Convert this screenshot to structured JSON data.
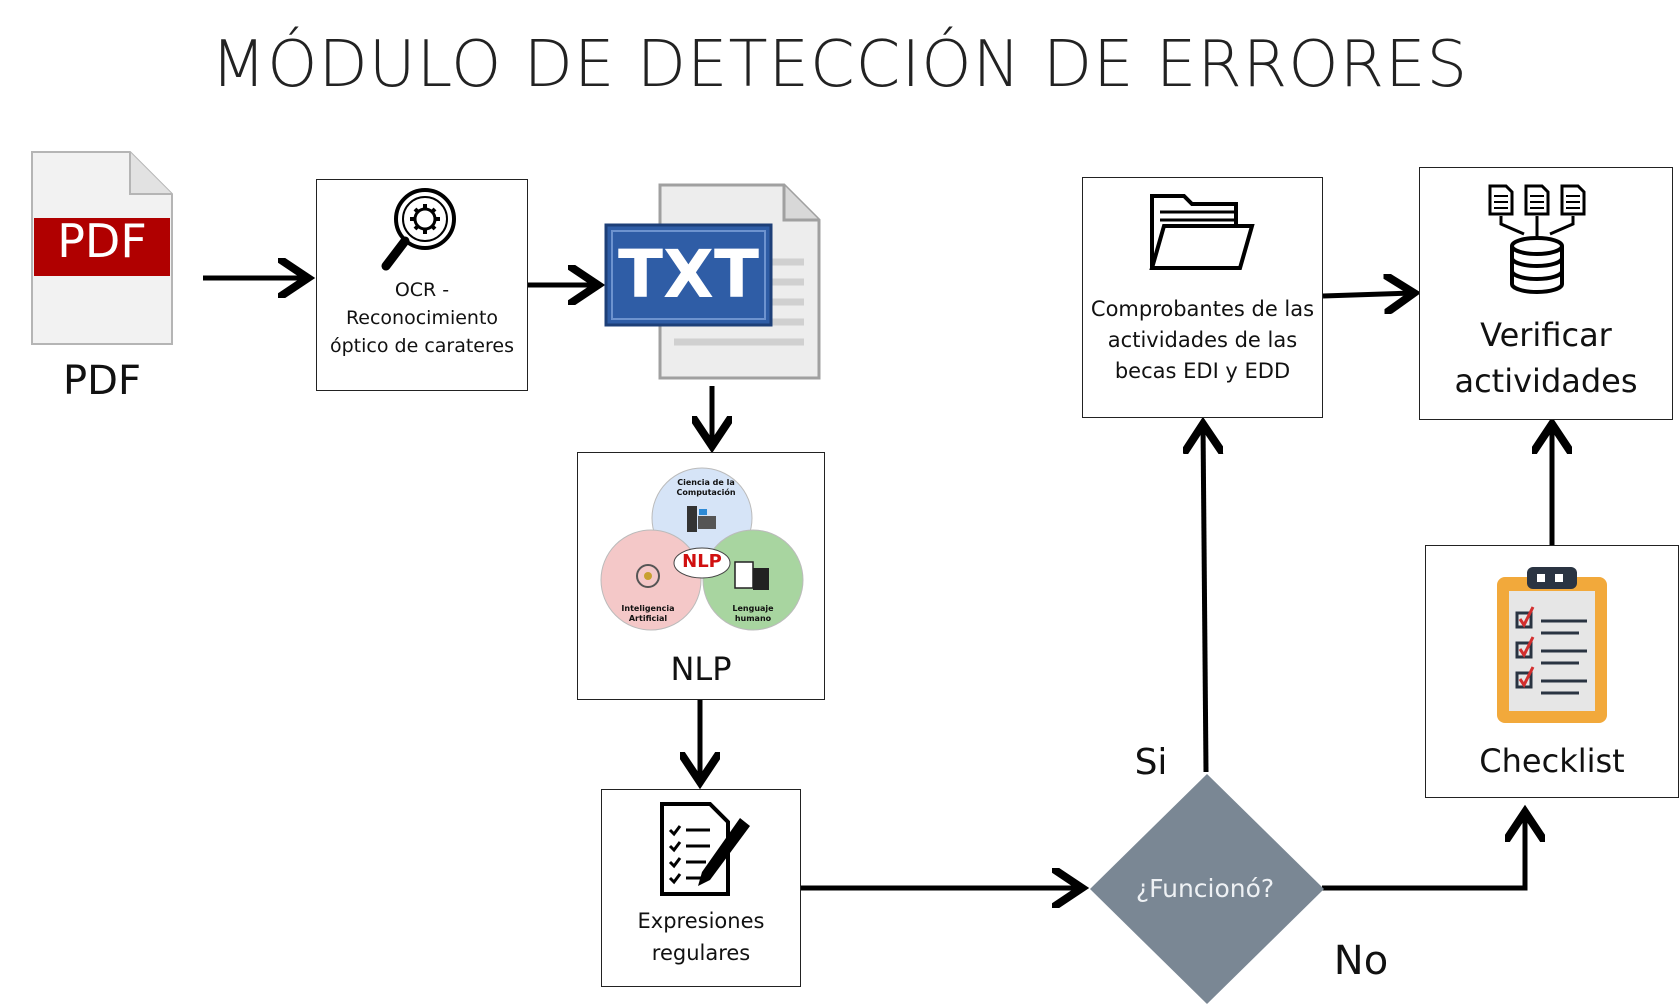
{
  "title": "MÓDULO DE DETECCIÓN DE ERRORES",
  "nodes": {
    "pdf": {
      "badge": "PDF",
      "label": "PDF"
    },
    "ocr": {
      "label": "OCR - Reconocimiento óptico de carateres"
    },
    "txt": {
      "badge": "TXT"
    },
    "nlp": {
      "label": "NLP",
      "center": "NLP",
      "circle_top": "Ciencia de la Computación",
      "circle_left": "Inteligencia Artificial",
      "circle_right": "Lenguaje humano"
    },
    "regex": {
      "label": "Expresiones regulares"
    },
    "decision": {
      "label": "¿Funcionó?",
      "yes": "Si",
      "no": "No"
    },
    "proofs": {
      "label": "Comprobantes de las actividades de las becas EDI y EDD"
    },
    "verify": {
      "label": "Verificar actividades"
    },
    "checklist": {
      "label": "Checklist"
    }
  },
  "colors": {
    "pdf_red": "#b00000",
    "txt_blue": "#2f5da6",
    "decision_gray": "#7a8794",
    "circle_blue": "#d6e4f7",
    "circle_red": "#f4c8c8",
    "circle_green": "#a8d5a0",
    "clipboard_orange": "#f2a93b"
  }
}
